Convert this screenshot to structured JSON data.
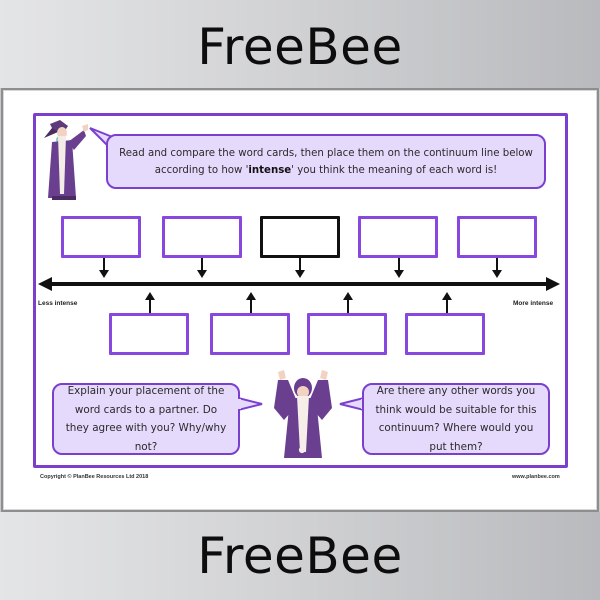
{
  "banners": {
    "top_label": "FreeBee",
    "bottom_label": "FreeBee"
  },
  "worksheet": {
    "instruction": {
      "before": "Read and compare the word cards, then place them on the continuum line below according to how '",
      "emphasis": "intense",
      "after": "' you think the meaning of each word is!"
    },
    "continuum": {
      "left_label": "Less intense",
      "right_label": "More intense",
      "top_cards": [
        {
          "id": 1,
          "highlight": false,
          "value": ""
        },
        {
          "id": 2,
          "highlight": false,
          "value": ""
        },
        {
          "id": 3,
          "highlight": true,
          "value": ""
        },
        {
          "id": 4,
          "highlight": false,
          "value": ""
        },
        {
          "id": 5,
          "highlight": false,
          "value": ""
        }
      ],
      "bottom_cards": [
        {
          "id": 6,
          "value": ""
        },
        {
          "id": 7,
          "value": ""
        },
        {
          "id": 8,
          "value": ""
        },
        {
          "id": 9,
          "value": ""
        }
      ]
    },
    "prompt_left": "Explain your placement of the word cards to a partner. Do they agree with you? Why/why not?",
    "prompt_right": "Are there any other words you think would be suitable for this continuum? Where would you put them?",
    "footer": {
      "copyright": "Copyright © PlanBee Resources Ltd 2018",
      "website": "www.planbee.com"
    }
  },
  "colors": {
    "frame_purple": "#7b3fd0",
    "card_purple": "#8848e0",
    "bubble_fill": "#e6dafc",
    "wizard_robe": "#6b3f8f"
  }
}
